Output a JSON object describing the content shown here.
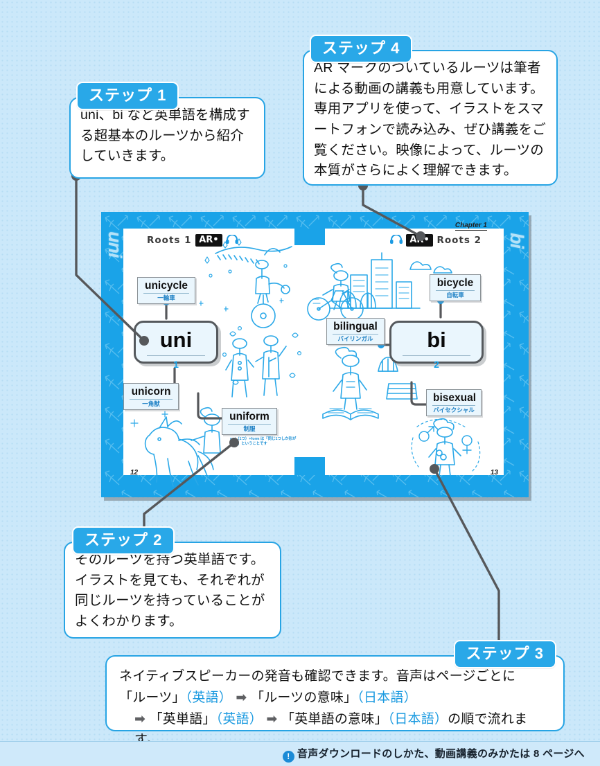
{
  "background": {
    "color": "#cbe8fa",
    "dot_color": "#b6ddf4"
  },
  "accent": {
    "blue": "#29a8e8",
    "dark_blue": "#1b8bd6",
    "line_gray": "#56585b"
  },
  "steps": [
    {
      "id": "step1",
      "tag": "ステップ 1",
      "text": "uni、bi など英単語を構成する超基本のルーツから紹介していきます。"
    },
    {
      "id": "step2",
      "tag": "ステップ 2",
      "text": "そのルーツを持つ英単語です。イラストを見ても、それぞれが同じルーツを持っていることがよくわかります。"
    },
    {
      "id": "step3",
      "tag": "ステップ 3",
      "line1_a": "ネイティブスピーカーの発音も確認できます。音声はページごとに",
      "line2_a": "「ルーツ」",
      "line2_b": "（英語）",
      "line2_arrow": "➡",
      "line2_c": "「ルーツの意味」",
      "line2_d": "（日本語）",
      "line3_arrow1": "➡",
      "line3_a": "「英単語」",
      "line3_b": "（英語）",
      "line3_arrow2": "➡",
      "line3_c": "「英単語の意味」",
      "line3_d": "（日本語）",
      "line3_e": "の順で流れます。"
    },
    {
      "id": "step4",
      "tag": "ステップ 4",
      "text": "AR マークのついているルーツは筆者による動画の講義も用意しています。専用アプリを使って、イラストをスマートフォンで読み込み、ぜひ講義をご覧ください。映像によって、ルーツの本質がさらによく理解できます。"
    }
  ],
  "book": {
    "left_page": {
      "tab_label": "uni",
      "header_roots": "Roots 1",
      "header_ar": "AR•",
      "page_number": "12",
      "root": {
        "word": "uni",
        "number": "1"
      },
      "cards": [
        {
          "en": "unicycle",
          "jp": "一輪車"
        },
        {
          "en": "unicorn",
          "jp": "一角獣"
        },
        {
          "en": "uniform",
          "jp": "制服"
        }
      ],
      "note": "uni（1つ）+form は「同じ1つしか形がない」ということです"
    },
    "right_page": {
      "tab_label": "bi",
      "header_roots": "Roots 2",
      "header_ar": "AR•",
      "chapter": "Chapter 1",
      "page_number": "13",
      "root": {
        "word": "bi",
        "number": "2"
      },
      "cards": [
        {
          "en": "bicycle",
          "jp": "自転車"
        },
        {
          "en": "bilingual",
          "jp": "バイリンガル"
        },
        {
          "en": "bisexual",
          "jp": "バイセクシャル"
        }
      ]
    }
  },
  "footer": {
    "icon": "exclamation-icon",
    "icon_glyph": "!",
    "text": "音声ダウンロードのしかた、動画講義のみかたは 8 ページへ"
  }
}
